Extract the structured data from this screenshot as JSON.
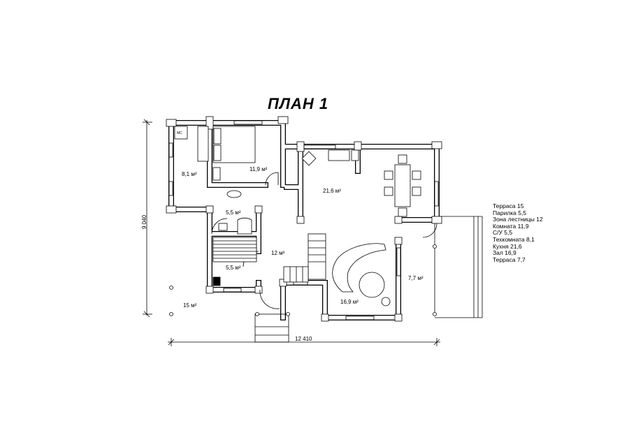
{
  "title": "ПЛАН 1",
  "dimensions": {
    "height": "9 040",
    "width": "12 410"
  },
  "rooms": {
    "tech": "8,1 м²",
    "bedroom": "11,9 м²",
    "kitchen": "21,6 м²",
    "bathroom": "5,5 м²",
    "stairs": "12 м²",
    "sauna": "5,5 м²",
    "hall": "16,9 м²",
    "terrace_right": "7,7 м²",
    "terrace_left": "15 м²"
  },
  "fixture_label": "МС",
  "legend": [
    "Терраса 15",
    "Парилка 5,5",
    "Зона лестницы 12",
    "Комната 11,9",
    "С/У 5,5",
    "Техкомната 8,1",
    "Кухня 21,6",
    "Зал 16,9",
    "Терраса 7,7"
  ]
}
